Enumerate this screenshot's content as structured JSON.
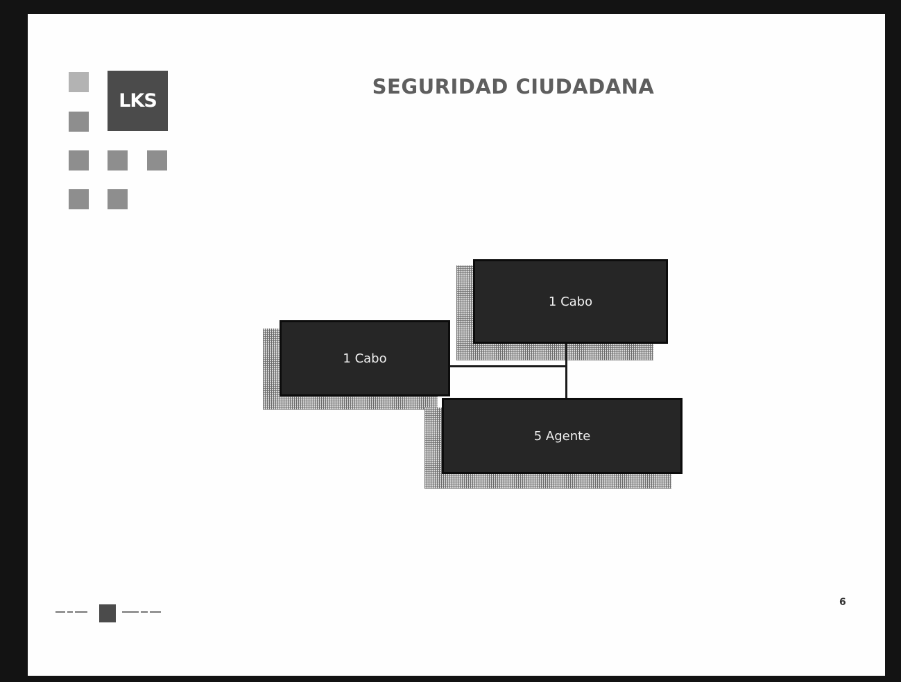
{
  "title": "SEGURIDAD CIUDADANA",
  "logo": {
    "text": "LKS"
  },
  "org_chart": {
    "nodes": [
      {
        "label": "1 Cabo"
      },
      {
        "label": "1 Cabo"
      },
      {
        "label": "5 Agente"
      }
    ]
  },
  "page_number": "6",
  "colors": {
    "node_fill": "#262626",
    "title": "#5e5e5e",
    "logo": "#4b4b4b",
    "logo_squares": "#8e8e8e"
  }
}
